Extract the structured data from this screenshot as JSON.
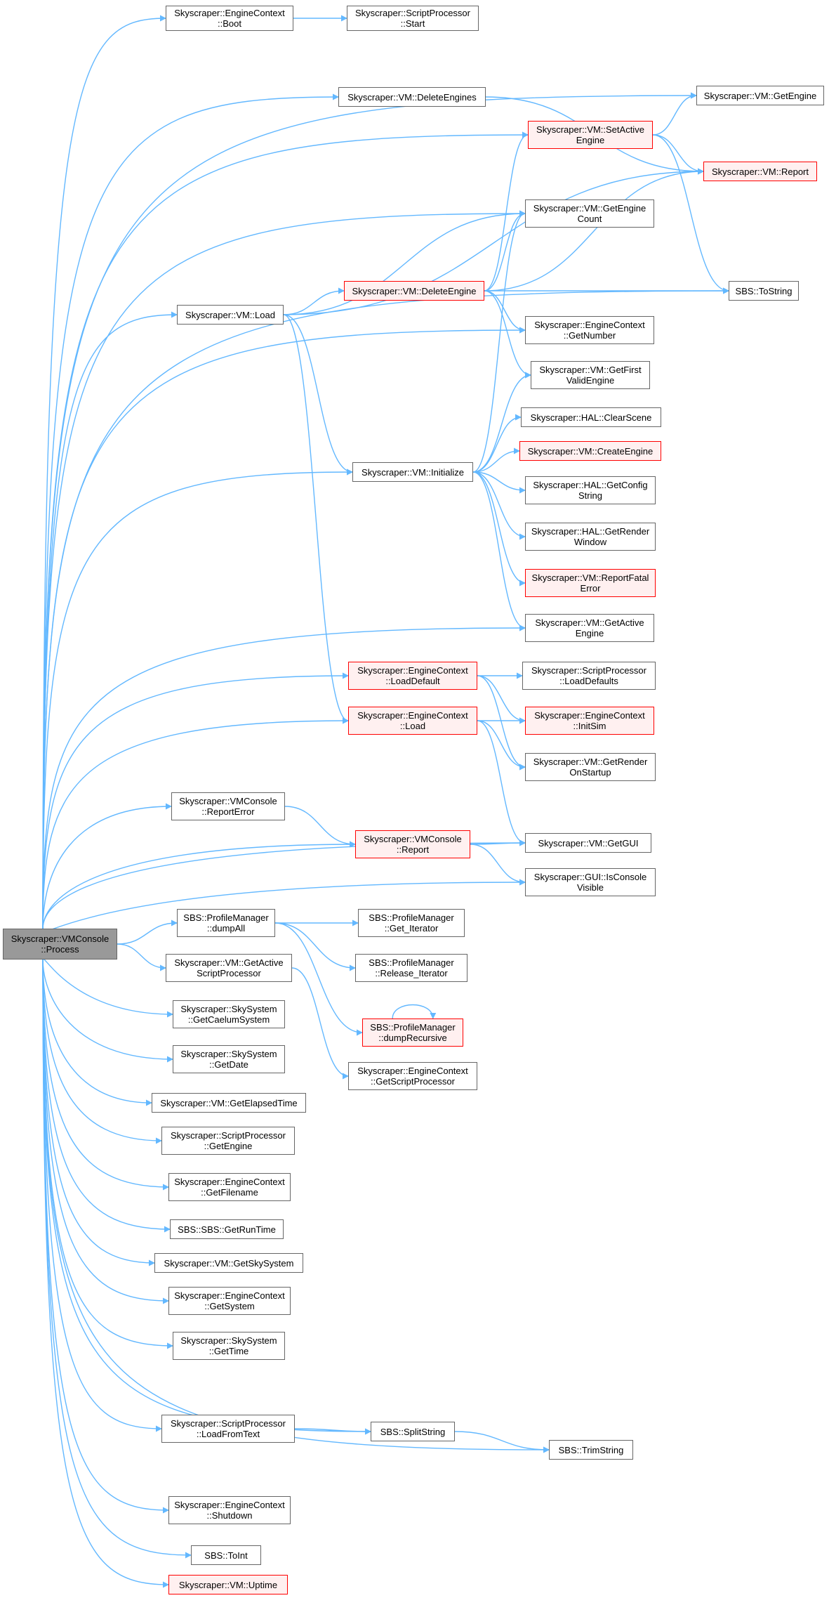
{
  "colors": {
    "edge": "#63b8ff",
    "border": "#666666",
    "root_fill": "#999999",
    "highlight_border": "#ff0000",
    "highlight_fill": "#fff0f0"
  },
  "nodes": [
    {
      "id": "process",
      "label": "Skyscraper::VMConsole\n::Process",
      "root": true
    },
    {
      "id": "boot",
      "label": "Skyscraper::EngineContext\n::Boot"
    },
    {
      "id": "sp_start",
      "label": "Skyscraper::ScriptProcessor\n::Start"
    },
    {
      "id": "delete_engines",
      "label": "Skyscraper::VM::DeleteEngines"
    },
    {
      "id": "get_engine",
      "label": "Skyscraper::VM::GetEngine"
    },
    {
      "id": "set_active",
      "label": "Skyscraper::VM::SetActive\nEngine",
      "red": true
    },
    {
      "id": "vm_report",
      "label": "Skyscraper::VM::Report",
      "red": true
    },
    {
      "id": "engine_count",
      "label": "Skyscraper::VM::GetEngine\nCount"
    },
    {
      "id": "vm_load",
      "label": "Skyscraper::VM::Load"
    },
    {
      "id": "delete_engine",
      "label": "Skyscraper::VM::DeleteEngine",
      "red": true
    },
    {
      "id": "to_string",
      "label": "SBS::ToString"
    },
    {
      "id": "get_number",
      "label": "Skyscraper::EngineContext\n::GetNumber"
    },
    {
      "id": "first_valid",
      "label": "Skyscraper::VM::GetFirst\nValidEngine"
    },
    {
      "id": "clear_scene",
      "label": "Skyscraper::HAL::ClearScene"
    },
    {
      "id": "create_engine",
      "label": "Skyscraper::VM::CreateEngine",
      "red": true
    },
    {
      "id": "initialize",
      "label": "Skyscraper::VM::Initialize"
    },
    {
      "id": "config_string",
      "label": "Skyscraper::HAL::GetConfig\nString"
    },
    {
      "id": "render_window",
      "label": "Skyscraper::HAL::GetRender\nWindow"
    },
    {
      "id": "report_fatal",
      "label": "Skyscraper::VM::ReportFatal\nError",
      "red": true
    },
    {
      "id": "active_engine",
      "label": "Skyscraper::VM::GetActive\nEngine"
    },
    {
      "id": "load_default",
      "label": "Skyscraper::EngineContext\n::LoadDefault",
      "red": true
    },
    {
      "id": "load_defaults",
      "label": "Skyscraper::ScriptProcessor\n::LoadDefaults"
    },
    {
      "id": "ec_load",
      "label": "Skyscraper::EngineContext\n::Load",
      "red": true
    },
    {
      "id": "init_sim",
      "label": "Skyscraper::EngineContext\n::InitSim",
      "red": true
    },
    {
      "id": "render_startup",
      "label": "Skyscraper::VM::GetRender\nOnStartup"
    },
    {
      "id": "report_error",
      "label": "Skyscraper::VMConsole\n::ReportError"
    },
    {
      "id": "vmc_report",
      "label": "Skyscraper::VMConsole\n::Report",
      "red": true
    },
    {
      "id": "get_gui",
      "label": "Skyscraper::VM::GetGUI"
    },
    {
      "id": "console_visible",
      "label": "Skyscraper::GUI::IsConsole\nVisible"
    },
    {
      "id": "dump_all",
      "label": "SBS::ProfileManager\n::dumpAll"
    },
    {
      "id": "get_iterator",
      "label": "SBS::ProfileManager\n::Get_Iterator"
    },
    {
      "id": "release_iterator",
      "label": "SBS::ProfileManager\n::Release_Iterator"
    },
    {
      "id": "active_sp",
      "label": "Skyscraper::VM::GetActive\nScriptProcessor"
    },
    {
      "id": "dump_recursive",
      "label": "SBS::ProfileManager\n::dumpRecursive",
      "red": true
    },
    {
      "id": "caelum",
      "label": "Skyscraper::SkySystem\n::GetCaelumSystem"
    },
    {
      "id": "get_date",
      "label": "Skyscraper::SkySystem\n::GetDate"
    },
    {
      "id": "get_sp",
      "label": "Skyscraper::EngineContext\n::GetScriptProcessor"
    },
    {
      "id": "elapsed",
      "label": "Skyscraper::VM::GetElapsedTime"
    },
    {
      "id": "sp_get_engine",
      "label": "Skyscraper::ScriptProcessor\n::GetEngine"
    },
    {
      "id": "get_filename",
      "label": "Skyscraper::EngineContext\n::GetFilename"
    },
    {
      "id": "run_time",
      "label": "SBS::SBS::GetRunTime"
    },
    {
      "id": "sky_system",
      "label": "Skyscraper::VM::GetSkySystem"
    },
    {
      "id": "get_system",
      "label": "Skyscraper::EngineContext\n::GetSystem"
    },
    {
      "id": "get_time",
      "label": "Skyscraper::SkySystem\n::GetTime"
    },
    {
      "id": "split_string",
      "label": "SBS::SplitString"
    },
    {
      "id": "load_from_text",
      "label": "Skyscraper::ScriptProcessor\n::LoadFromText"
    },
    {
      "id": "trim_string",
      "label": "SBS::TrimString"
    },
    {
      "id": "shutdown",
      "label": "Skyscraper::EngineContext\n::Shutdown"
    },
    {
      "id": "to_int",
      "label": "SBS::ToInt"
    },
    {
      "id": "uptime",
      "label": "Skyscraper::VM::Uptime",
      "red": true
    }
  ],
  "edges": [
    [
      "process",
      "boot"
    ],
    [
      "boot",
      "sp_start"
    ],
    [
      "process",
      "get_engine"
    ],
    [
      "process",
      "delete_engines"
    ],
    [
      "delete_engines",
      "vm_report"
    ],
    [
      "process",
      "set_active"
    ],
    [
      "set_active",
      "get_engine"
    ],
    [
      "set_active",
      "vm_report"
    ],
    [
      "set_active",
      "to_string"
    ],
    [
      "process",
      "engine_count"
    ],
    [
      "process",
      "vm_load"
    ],
    [
      "vm_load",
      "engine_count"
    ],
    [
      "vm_load",
      "vm_report"
    ],
    [
      "vm_load",
      "delete_engine"
    ],
    [
      "vm_load",
      "initialize"
    ],
    [
      "vm_load",
      "ec_load"
    ],
    [
      "delete_engine",
      "set_active"
    ],
    [
      "delete_engine",
      "engine_count"
    ],
    [
      "delete_engine",
      "vm_report"
    ],
    [
      "delete_engine",
      "to_string"
    ],
    [
      "delete_engine",
      "get_number"
    ],
    [
      "delete_engine",
      "first_valid"
    ],
    [
      "process",
      "get_number"
    ],
    [
      "process",
      "initialize"
    ],
    [
      "initialize",
      "engine_count"
    ],
    [
      "initialize",
      "first_valid"
    ],
    [
      "initialize",
      "clear_scene"
    ],
    [
      "initialize",
      "create_engine"
    ],
    [
      "initialize",
      "config_string"
    ],
    [
      "initialize",
      "render_window"
    ],
    [
      "initialize",
      "report_fatal"
    ],
    [
      "initialize",
      "active_engine"
    ],
    [
      "process",
      "active_engine"
    ],
    [
      "process",
      "load_default"
    ],
    [
      "load_default",
      "load_defaults"
    ],
    [
      "load_default",
      "init_sim"
    ],
    [
      "load_default",
      "render_startup"
    ],
    [
      "process",
      "ec_load"
    ],
    [
      "ec_load",
      "init_sim"
    ],
    [
      "ec_load",
      "render_startup"
    ],
    [
      "ec_load",
      "get_gui"
    ],
    [
      "process",
      "to_string"
    ],
    [
      "process",
      "get_gui"
    ],
    [
      "process",
      "report_error"
    ],
    [
      "report_error",
      "vmc_report"
    ],
    [
      "process",
      "vmc_report"
    ],
    [
      "vmc_report",
      "get_gui"
    ],
    [
      "vmc_report",
      "console_visible"
    ],
    [
      "process",
      "console_visible"
    ],
    [
      "process",
      "dump_all"
    ],
    [
      "dump_all",
      "get_iterator"
    ],
    [
      "dump_all",
      "release_iterator"
    ],
    [
      "dump_all",
      "dump_recursive"
    ],
    [
      "dump_recursive",
      "dump_recursive"
    ],
    [
      "process",
      "active_sp"
    ],
    [
      "active_sp",
      "get_sp"
    ],
    [
      "process",
      "caelum"
    ],
    [
      "process",
      "get_date"
    ],
    [
      "process",
      "elapsed"
    ],
    [
      "process",
      "sp_get_engine"
    ],
    [
      "process",
      "get_filename"
    ],
    [
      "process",
      "run_time"
    ],
    [
      "process",
      "sky_system"
    ],
    [
      "process",
      "get_system"
    ],
    [
      "process",
      "get_time"
    ],
    [
      "process",
      "split_string"
    ],
    [
      "process",
      "load_from_text"
    ],
    [
      "load_from_text",
      "split_string"
    ],
    [
      "split_string",
      "trim_string"
    ],
    [
      "process",
      "trim_string"
    ],
    [
      "process",
      "shutdown"
    ],
    [
      "process",
      "to_int"
    ],
    [
      "process",
      "uptime"
    ]
  ]
}
